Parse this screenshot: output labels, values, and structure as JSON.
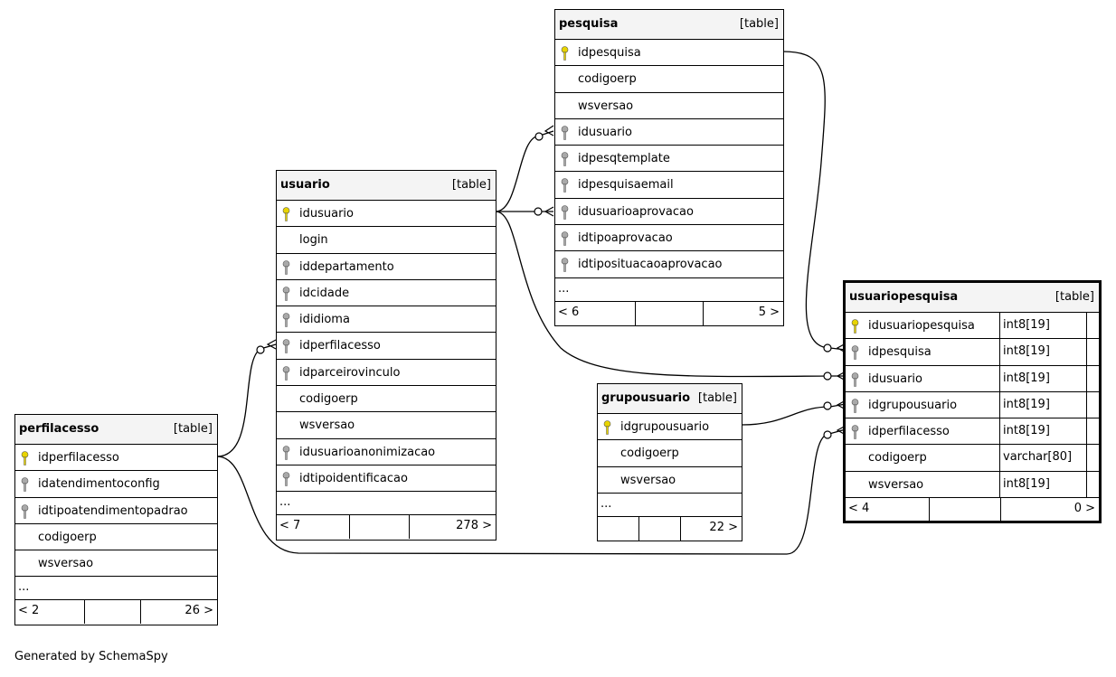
{
  "footer_text": "Generated by SchemaSpy",
  "key_colors": {
    "primary": "#e8d400",
    "foreign": "#a9a9a9"
  },
  "tables": {
    "pesquisa": {
      "name": "pesquisa",
      "kind": "[table]",
      "columns": [
        {
          "name": "idpesquisa",
          "key": "primary"
        },
        {
          "name": "codigoerp",
          "key": "none"
        },
        {
          "name": "wsversao",
          "key": "none"
        },
        {
          "name": "idusuario",
          "key": "foreign"
        },
        {
          "name": "idpesqtemplate",
          "key": "foreign"
        },
        {
          "name": "idpesquisaemail",
          "key": "foreign"
        },
        {
          "name": "idusuarioaprovacao",
          "key": "foreign"
        },
        {
          "name": "idtipoaprovacao",
          "key": "foreign"
        },
        {
          "name": "idtiposituacaoaprovacao",
          "key": "foreign"
        }
      ],
      "more": "...",
      "parents": "< 6",
      "children": "5 >"
    },
    "usuario": {
      "name": "usuario",
      "kind": "[table]",
      "columns": [
        {
          "name": "idusuario",
          "key": "primary"
        },
        {
          "name": "login",
          "key": "none"
        },
        {
          "name": "iddepartamento",
          "key": "foreign"
        },
        {
          "name": "idcidade",
          "key": "foreign"
        },
        {
          "name": "ididioma",
          "key": "foreign"
        },
        {
          "name": "idperfilacesso",
          "key": "foreign"
        },
        {
          "name": "idparceirovinculo",
          "key": "foreign"
        },
        {
          "name": "codigoerp",
          "key": "none"
        },
        {
          "name": "wsversao",
          "key": "none"
        },
        {
          "name": "idusuarioanonimizacao",
          "key": "foreign"
        },
        {
          "name": "idtipoidentificacao",
          "key": "foreign"
        }
      ],
      "more": "...",
      "parents": "< 7",
      "children": "278 >"
    },
    "perfilacesso": {
      "name": "perfilacesso",
      "kind": "[table]",
      "columns": [
        {
          "name": "idperfilacesso",
          "key": "primary"
        },
        {
          "name": "idatendimentoconfig",
          "key": "foreign"
        },
        {
          "name": "idtipoatendimentopadrao",
          "key": "foreign"
        },
        {
          "name": "codigoerp",
          "key": "none"
        },
        {
          "name": "wsversao",
          "key": "none"
        }
      ],
      "more": "...",
      "parents": "< 2",
      "children": "26 >"
    },
    "grupousuario": {
      "name": "grupousuario",
      "kind": "[table]",
      "columns": [
        {
          "name": "idgrupousuario",
          "key": "primary"
        },
        {
          "name": "codigoerp",
          "key": "none"
        },
        {
          "name": "wsversao",
          "key": "none"
        }
      ],
      "more": "...",
      "parents": "",
      "children": "22 >"
    },
    "usuariopesquisa": {
      "name": "usuariopesquisa",
      "kind": "[table]",
      "columns": [
        {
          "name": "idusuariopesquisa",
          "key": "primary",
          "type": "int8[19]"
        },
        {
          "name": "idpesquisa",
          "key": "foreign",
          "type": "int8[19]"
        },
        {
          "name": "idusuario",
          "key": "foreign",
          "type": "int8[19]"
        },
        {
          "name": "idgrupousuario",
          "key": "foreign",
          "type": "int8[19]"
        },
        {
          "name": "idperfilacesso",
          "key": "foreign",
          "type": "int8[19]"
        },
        {
          "name": "codigoerp",
          "key": "none",
          "type": "varchar[80]"
        },
        {
          "name": "wsversao",
          "key": "none",
          "type": "int8[19]"
        }
      ],
      "parents": "< 4",
      "children": "0 >"
    }
  }
}
